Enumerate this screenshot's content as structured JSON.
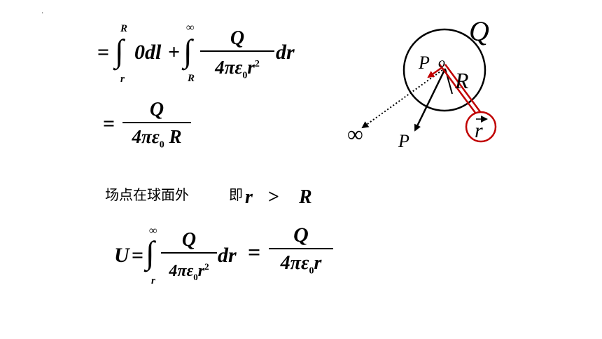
{
  "slide": {
    "dot": "·",
    "eq1": {
      "equals": "=",
      "int1_upper": "R",
      "int1_lower": "r",
      "int1_integrand": "0dl",
      "plus": "+",
      "int2_upper": "∞",
      "int2_lower": "R",
      "frac_num": "Q",
      "frac_den_coef": "4πε",
      "frac_den_sub": "0",
      "frac_den_var": "r",
      "frac_den_exp": "2",
      "differential": "dr"
    },
    "eq2": {
      "equals": "=",
      "frac_num": "Q",
      "frac_den_coef": "4πε",
      "frac_den_sub": "0",
      "frac_den_var": "R"
    },
    "condition": {
      "text": "场点在球面外",
      "ji": "即",
      "r": "r",
      "gt": ">",
      "R": "R"
    },
    "eq3": {
      "U": "U",
      "equals": "=",
      "int_upper": "∞",
      "int_lower": "r",
      "frac_num": "Q",
      "frac_den_coef": "4πε",
      "frac_den_sub": "0",
      "frac_den_var": "r",
      "frac_den_exp": "2",
      "differential": "dr",
      "equals2": "=",
      "frac2_num": "Q",
      "frac2_den_coef": "4πε",
      "frac2_den_sub": "0",
      "frac2_den_var": "r"
    },
    "diagram": {
      "label_Q": "Q",
      "label_P_inner": "P",
      "label_o": "o",
      "label_R": "R",
      "label_infinity": "∞",
      "label_P_outer": "P",
      "label_r_vec": "r",
      "accent_red": "#c00000"
    }
  }
}
